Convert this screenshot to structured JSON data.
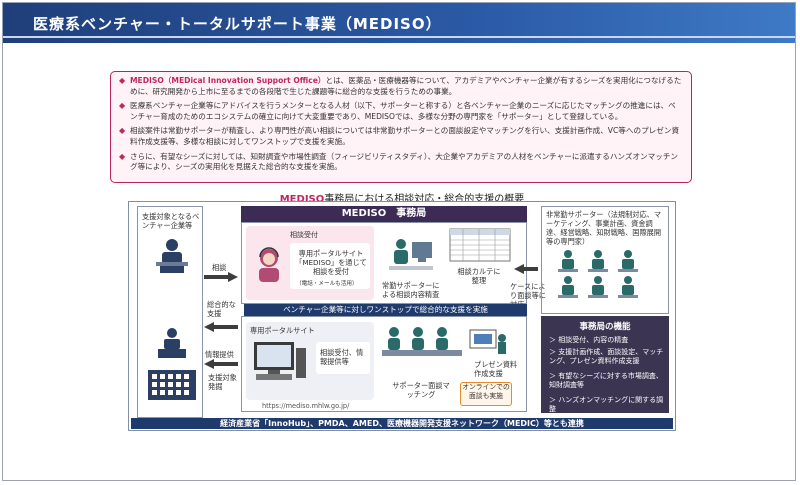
{
  "title": "医療系ベンチャー・トータルサポート事業（MEDISO）",
  "summary": {
    "items": [
      {
        "pre": "MEDISO（MEDical Innovation Support Office）",
        "post": "とは、医薬品・医療機器等について、アカデミアやベンチャー企業が有するシーズを実用化につなげるために、研究開発から上市に至るまでの各段階で生じた課題等に総合的な支援を行うための事業。"
      },
      {
        "pre": "",
        "post": "医療系ベンチャー企業等にアドバイスを行うメンターとなる人材（以下、サポーターと称する）と各ベンチャー企業のニーズに応じたマッチングの推進には、ベンチャー育成のためのエコシステムの確立に向けて大変重要であり、MEDISOでは、多様な分野の専門家を「サポーター」として登録している。"
      },
      {
        "pre": "",
        "post": "相談案件は常勤サポーターが精査し、より専門性が高い相談については非常勤サポーターとの面談設定やマッチングを行い、支援計画作成、VC等へのプレゼン資料作成支援等、多様な相談に対してワンストップで支援を実施。"
      },
      {
        "pre": "",
        "post": "さらに、有望なシーズに対しては、知財調査や市場性調査（フィージビリティスタディ）、大企業やアカデミアの人材をベンチャーに派遣するハンズオンマッチング等により、シーズの実用化を見据えた総合的な支援を実施。"
      }
    ]
  },
  "diagram_title": {
    "pre": "MEDISO",
    "post": "事務局における相談対応・総合的支援の概要"
  },
  "office_header": "MEDISO　事務局",
  "left": {
    "target": "支援対象となるベンチャー企業等",
    "consult": "相談",
    "support": "総合的な支援",
    "info": "情報提供",
    "discover": "支援対象発掘"
  },
  "portal_intake": {
    "title": "相談受付",
    "body": "専用ポータルサイト「MEDISO」を通じて相談を受付",
    "note": "（電話・メールも活用）"
  },
  "fulltime": "常勤サポーターによる相談内容精査",
  "karte": {
    "label": "相談カルテに整理"
  },
  "case_by_case": "ケースにより面談等に対応",
  "banner": "ベンチャー企業等に対しワンストップで総合的な支援を実施",
  "portal2": {
    "title": "専用ポータルサイト",
    "body": "相談受付、情報提供等",
    "url": "https://mediso.mhlw.go.jp/"
  },
  "meeting": "サポーター面談マッチング",
  "presen": "プレゼン資料作成支援",
  "online": "オンラインでの面談も実施",
  "right": {
    "title": "非常勤サポーター（法規制対応、マーケティング、事業計画、資金調達、経営戦略、知財戦略、国際展開等の専門家）"
  },
  "functions": {
    "title": "事務局の機能",
    "items": [
      "相談受付、内容の精査",
      "支援計画作成、面談設定、マッチング、プレゼン資料作成支援",
      "有望なシーズに対する市場調査、知財調査等",
      "ハンズオンマッチングに関する調整"
    ]
  },
  "bottom": "経済産業省「InnoHub」、PMDA、AMED、医療機器開発支援ネットワーク（MEDIC）等とも連携",
  "colors": {
    "accent": "#c0275f",
    "navy": "#1f3a6c",
    "purple": "#3b2b55"
  }
}
